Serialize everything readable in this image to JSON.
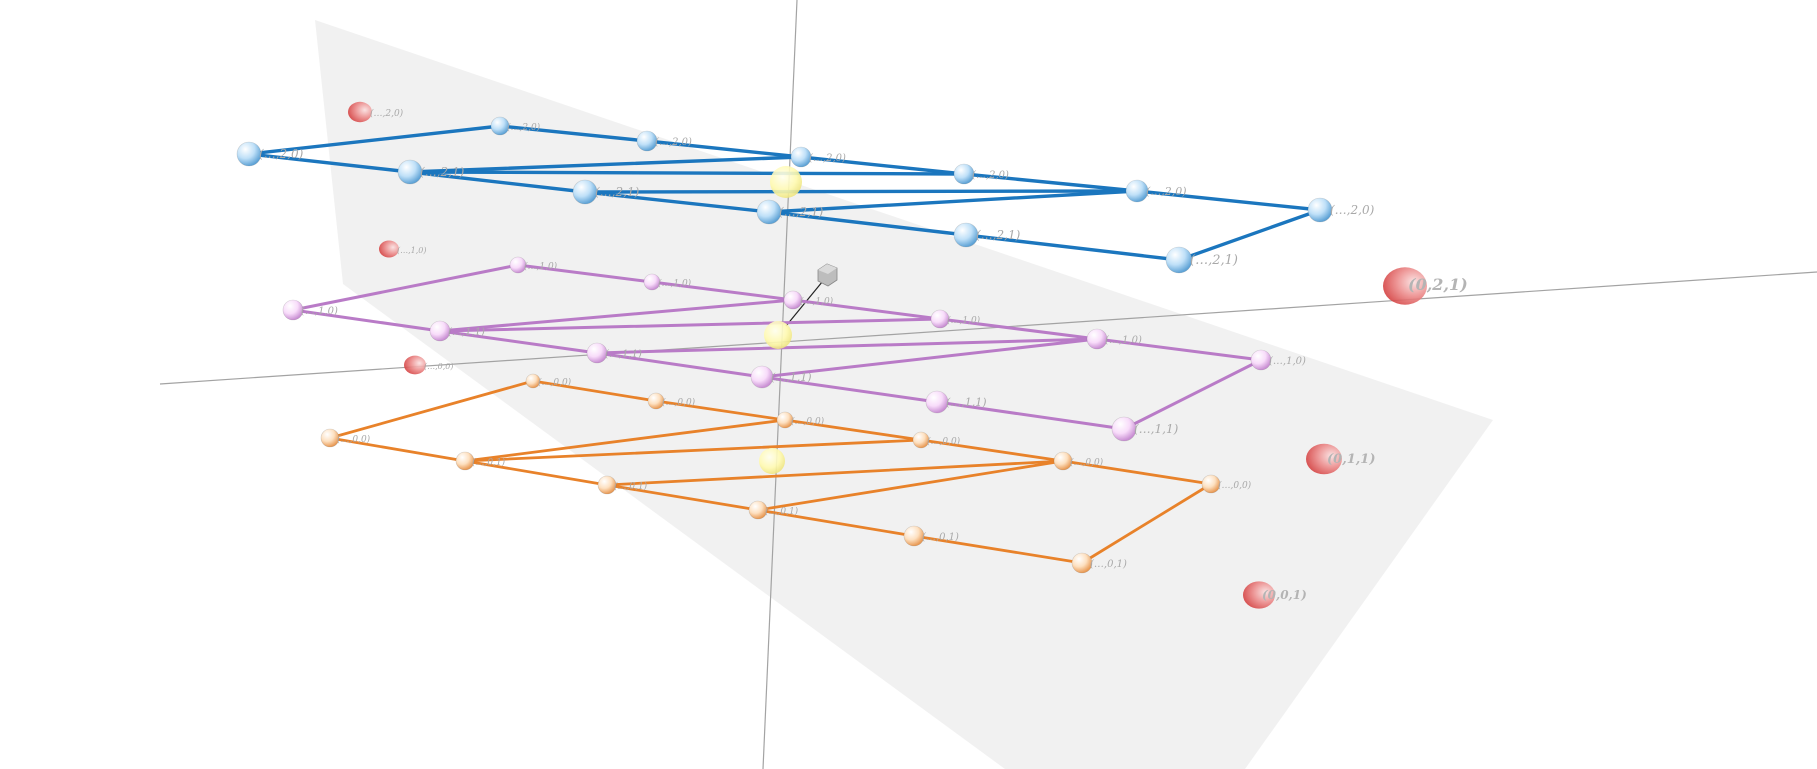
{
  "diagram": {
    "colors": {
      "background": "#ffffff",
      "plane": "#eeeeee",
      "axis": "#9a9a9a",
      "layer_top_edge": "#1f77bf",
      "layer_top_node": "#a9d4f5",
      "layer_mid_edge": "#b879c6",
      "layer_mid_node": "#f6d3f8",
      "layer_bottom_edge": "#e8822a",
      "layer_bottom_node": "#fcd3a8",
      "center_node": "#fffaa8",
      "red_node": "#e25a5a",
      "camera_marker": "#9a9a9a"
    },
    "layers": [
      {
        "name": "top",
        "node_labels": [
          "(…,2,0)",
          "(…,2,0)",
          "(…,2,0)",
          "(…,2,0)",
          "(…,2,0)",
          "(…,2,0)",
          "(…,2,0)",
          "(…,2,1)",
          "(…,2,1)",
          "(…,2,1)",
          "(…,2,1)",
          "(…,2,1)"
        ]
      },
      {
        "name": "middle",
        "node_labels": [
          "(…,1,0)",
          "(…,1,0)",
          "(…,1,0)",
          "(…,1,0)",
          "(…,1,0)",
          "(…,1,0)",
          "(…,1,0)",
          "(…,1,1)",
          "(…,1,1)",
          "(…,1,1)",
          "(…,1,1)",
          "(…,1,1)"
        ]
      },
      {
        "name": "bottom",
        "node_labels": [
          "(…,0,0)",
          "(…,0,0)",
          "(…,0,0)",
          "(…,0,0)",
          "(…,0,0)",
          "(…,0,0)",
          "(…,0,0)",
          "(…,0,1)",
          "(…,0,1)",
          "(…,0,1)",
          "(…,0,1)",
          "(…,0,1)"
        ]
      }
    ],
    "red_nodes": [
      {
        "label": "(…,2,0)"
      },
      {
        "label": "(…,1,0)"
      },
      {
        "label": "(…,0,0)"
      },
      {
        "label": "(0,2,1)"
      },
      {
        "label": "(0,1,1)"
      },
      {
        "label": "(0,0,1)"
      }
    ]
  }
}
